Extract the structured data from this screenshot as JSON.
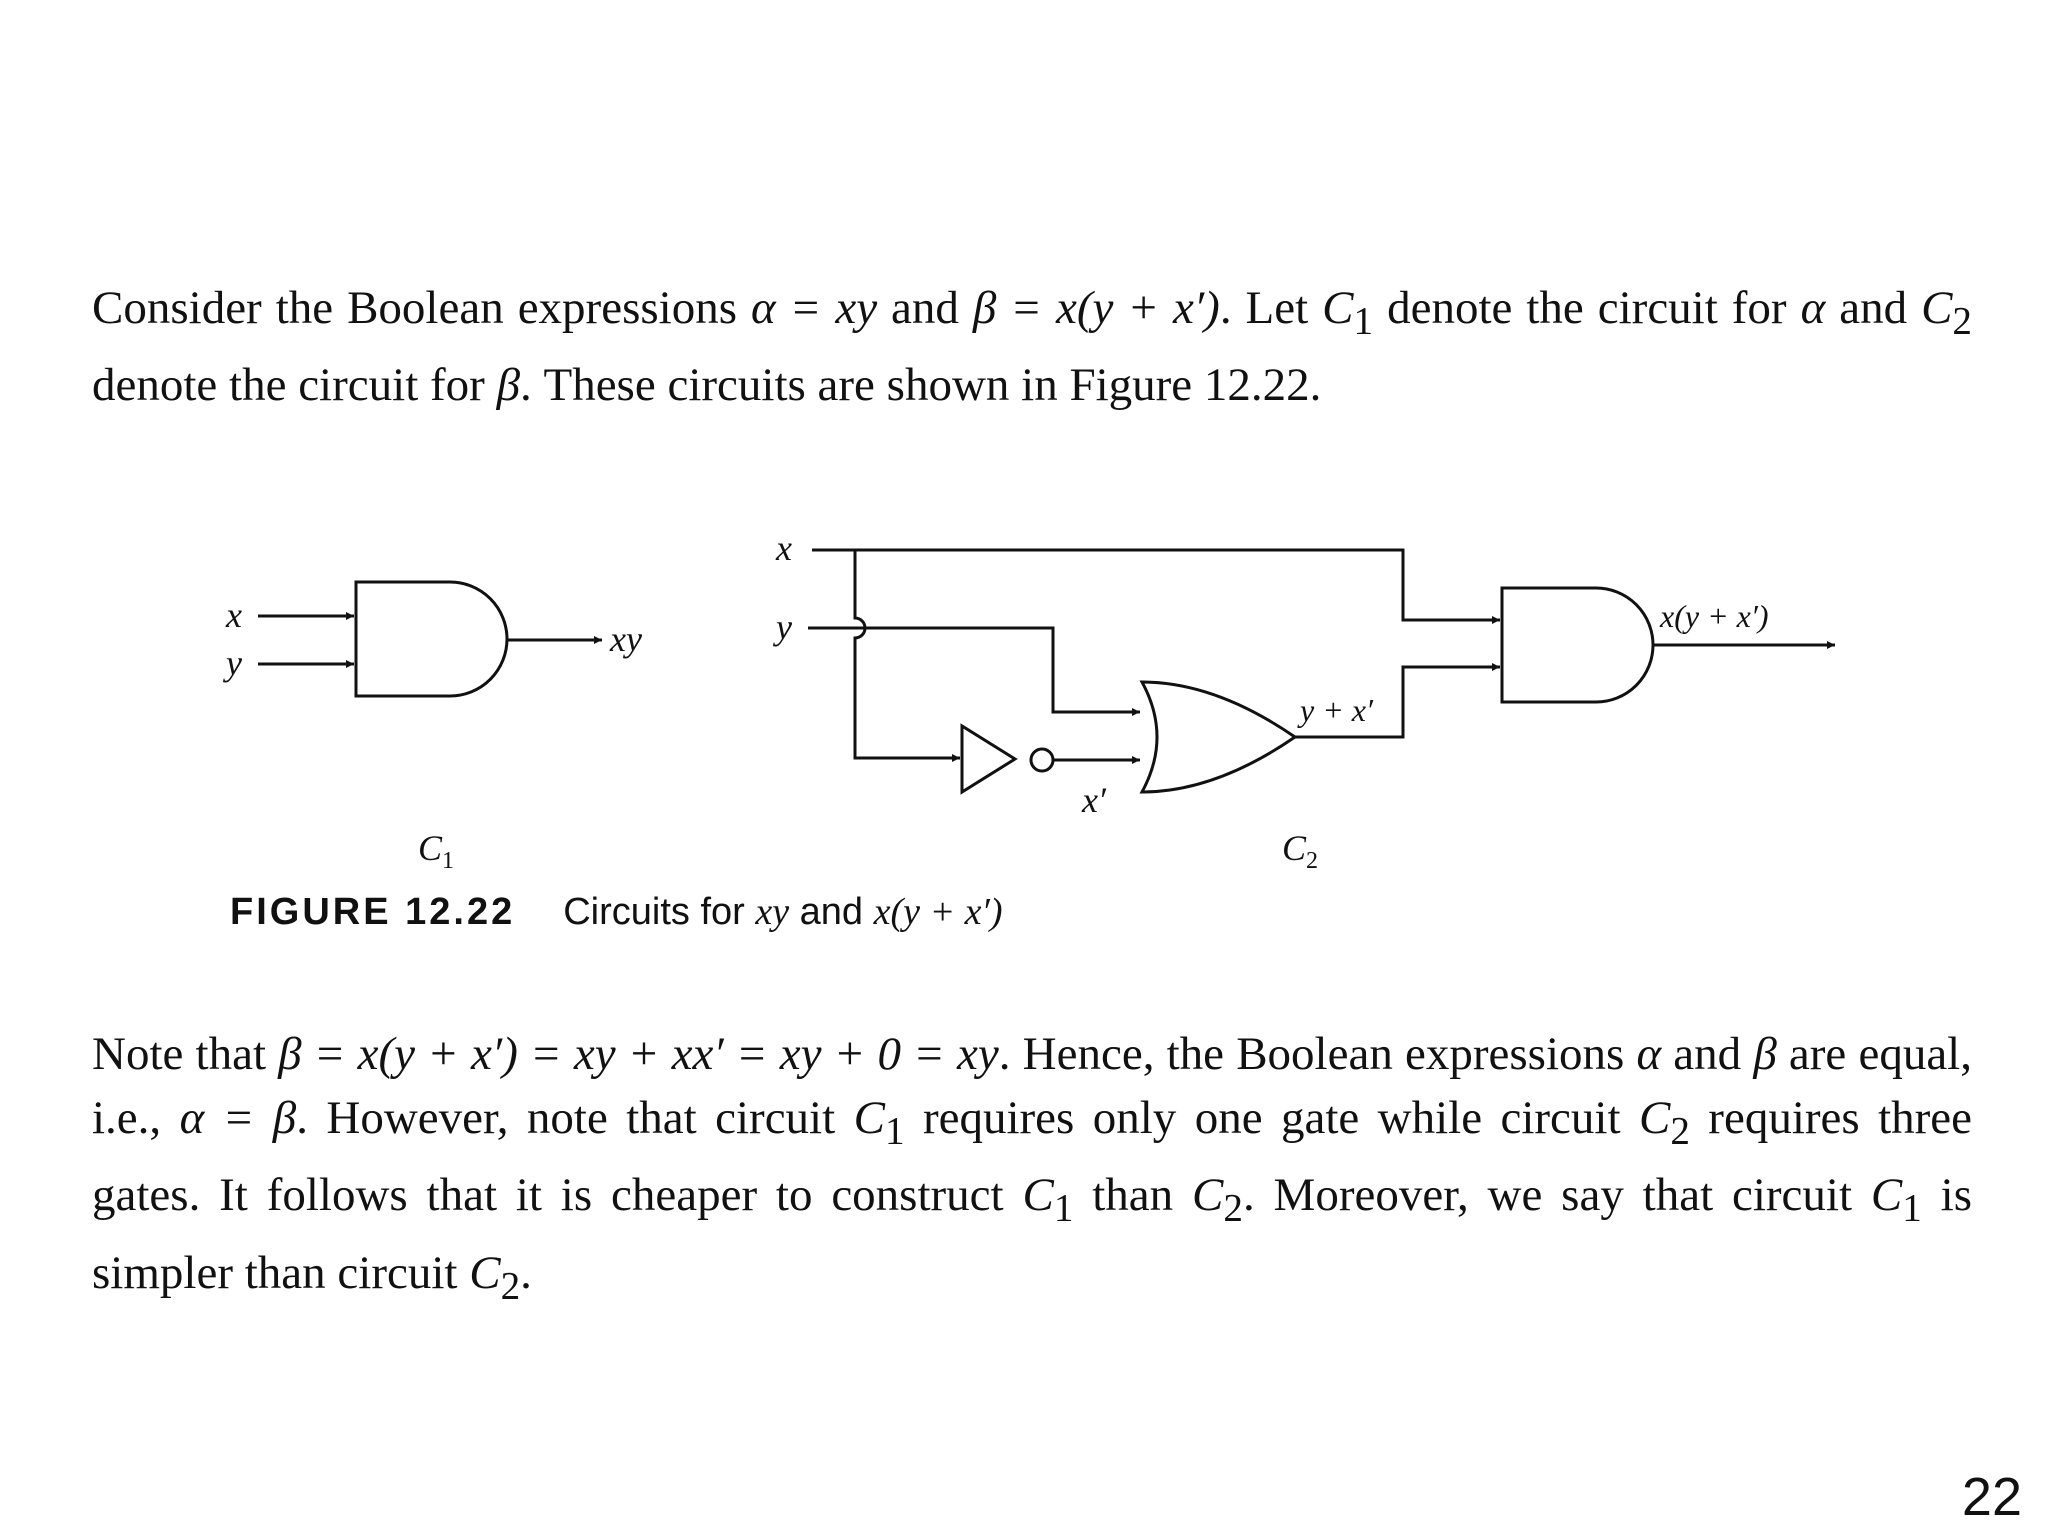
{
  "paragraph1": {
    "t1": "Consider the Boolean expressions ",
    "m1": "α = xy",
    "t2": " and ",
    "m2": "β = x(y + x′)",
    "t3": ". Let ",
    "m3": "C",
    "s3": "1",
    "t4": " denote the circuit for ",
    "m4": "α",
    "t5": " and ",
    "m5": "C",
    "s5": "2",
    "t6": " denote the circuit for ",
    "m6": "β",
    "t7": ". These circuits are shown in Figure 12.22."
  },
  "figure": {
    "c1": {
      "input_x": "x",
      "input_y": "y",
      "output": "xy",
      "name": "C",
      "name_sub": "1"
    },
    "c2": {
      "input_x": "x",
      "input_y": "y",
      "not_output": "x′",
      "or_output": "y + x′",
      "and_output": "x(y + x′)",
      "name": "C",
      "name_sub": "2"
    },
    "caption_label": "FIGURE 12.22",
    "caption_t1": "Circuits for ",
    "caption_m1": "xy",
    "caption_t2": " and ",
    "caption_m2": "x(y + x′)"
  },
  "paragraph2": {
    "t1": "Note that ",
    "m1": "β = x(y + x′) = xy + xx′ = xy + 0 = xy",
    "t2": ". Hence, the Boolean expressions ",
    "m2": "α",
    "t3": " and ",
    "m3": "β",
    "t4": " are equal, i.e., ",
    "m4": "α = β",
    "t5": ". However, note that circuit ",
    "m5": "C",
    "s5": "1",
    "t6": " requires only one gate while circuit ",
    "m6": "C",
    "s6": "2",
    "t7": " requires three gates. It follows that it is cheaper to construct ",
    "m7": "C",
    "s7": "1",
    "t8": " than ",
    "m8": "C",
    "s8": "2",
    "t9": ". Moreover, we say that circuit ",
    "m9": "C",
    "s9": "1",
    "t10": " is simpler than circuit ",
    "m10": "C",
    "s10": "2",
    "t11": "."
  },
  "page_number": "22"
}
